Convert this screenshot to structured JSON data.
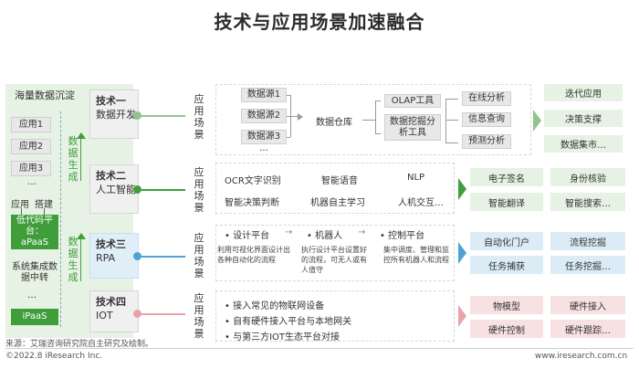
{
  "title": "技术与应用场景加速融合",
  "left": {
    "header": "海量数据沉淀",
    "apps": [
      "应用1",
      "应用2",
      "应用3"
    ],
    "ellipsis1": "…",
    "app_label": "应用",
    "build_label": "搭建",
    "lowcode": "低代码平台：aPaaS",
    "integration": "系统集成数据中转",
    "ellipsis2": "…",
    "ipaas": "iPaaS",
    "flow1": "数据生成",
    "flow2": "数据生成"
  },
  "techs": [
    {
      "name": "技术一",
      "sub": "数据开发",
      "scene": "应用场景"
    },
    {
      "name": "技术二",
      "sub": "人工智能",
      "scene": "应用场景"
    },
    {
      "name": "技术三",
      "sub": "RPA",
      "scene": "应用场景"
    },
    {
      "name": "技术四",
      "sub": "IOT",
      "scene": "应用场景"
    }
  ],
  "row1": {
    "sources": [
      "数据源1",
      "数据源2",
      "数据源3",
      "…"
    ],
    "warehouse": "数据仓库",
    "olap": "OLAP工具",
    "mining": "数据挖掘分析工具",
    "analysis": [
      "在线分析",
      "信息查询",
      "预测分析"
    ],
    "outputs": [
      "迭代应用",
      "决策支撑",
      "数据集市…"
    ]
  },
  "row2": {
    "items": [
      "OCR文字识别",
      "智能语音",
      "NLP",
      "智能决策判断",
      "机器自主学习",
      "人机交互…"
    ],
    "outputs": [
      "电子签名",
      "身份核验",
      "智能翻译",
      "智能搜索…"
    ]
  },
  "row3": {
    "steps": [
      "•  设计平台",
      "•  机器人",
      "•  控制平台"
    ],
    "arrows": [
      "→",
      "→"
    ],
    "descs": [
      "利用可视化界面设计出各种自动化的流程",
      "执行设计平台设置好的流程，可无人或有人值守",
      "集中调度、管理和监控所有机器人和流程"
    ],
    "outputs": [
      "自动化门户",
      "流程挖掘",
      "任务捕获",
      "任务挖掘…"
    ]
  },
  "row4": {
    "items": [
      "•  接入常见的物联网设备",
      "•  自有硬件接入平台与本地网关",
      "•  与第三方IOT生态平台对接"
    ],
    "outputs": [
      "物模型",
      "硬件接入",
      "硬件控制",
      "硬件跟踪…"
    ]
  },
  "footer": {
    "source": "来源：艾瑞咨询研究院自主研究及绘制。",
    "copyright": "©2022.8 iResearch Inc.",
    "website": "www.iresearch.com.cn"
  },
  "colors": {
    "green": "#3f9e3a",
    "techgreen": "#8fc58c",
    "blue": "#4ba3d9",
    "pink": "#e9a3a8",
    "palegreen": "#e6f2e3",
    "paleblue": "#dcecf7",
    "palepink": "#f7e1e3"
  }
}
